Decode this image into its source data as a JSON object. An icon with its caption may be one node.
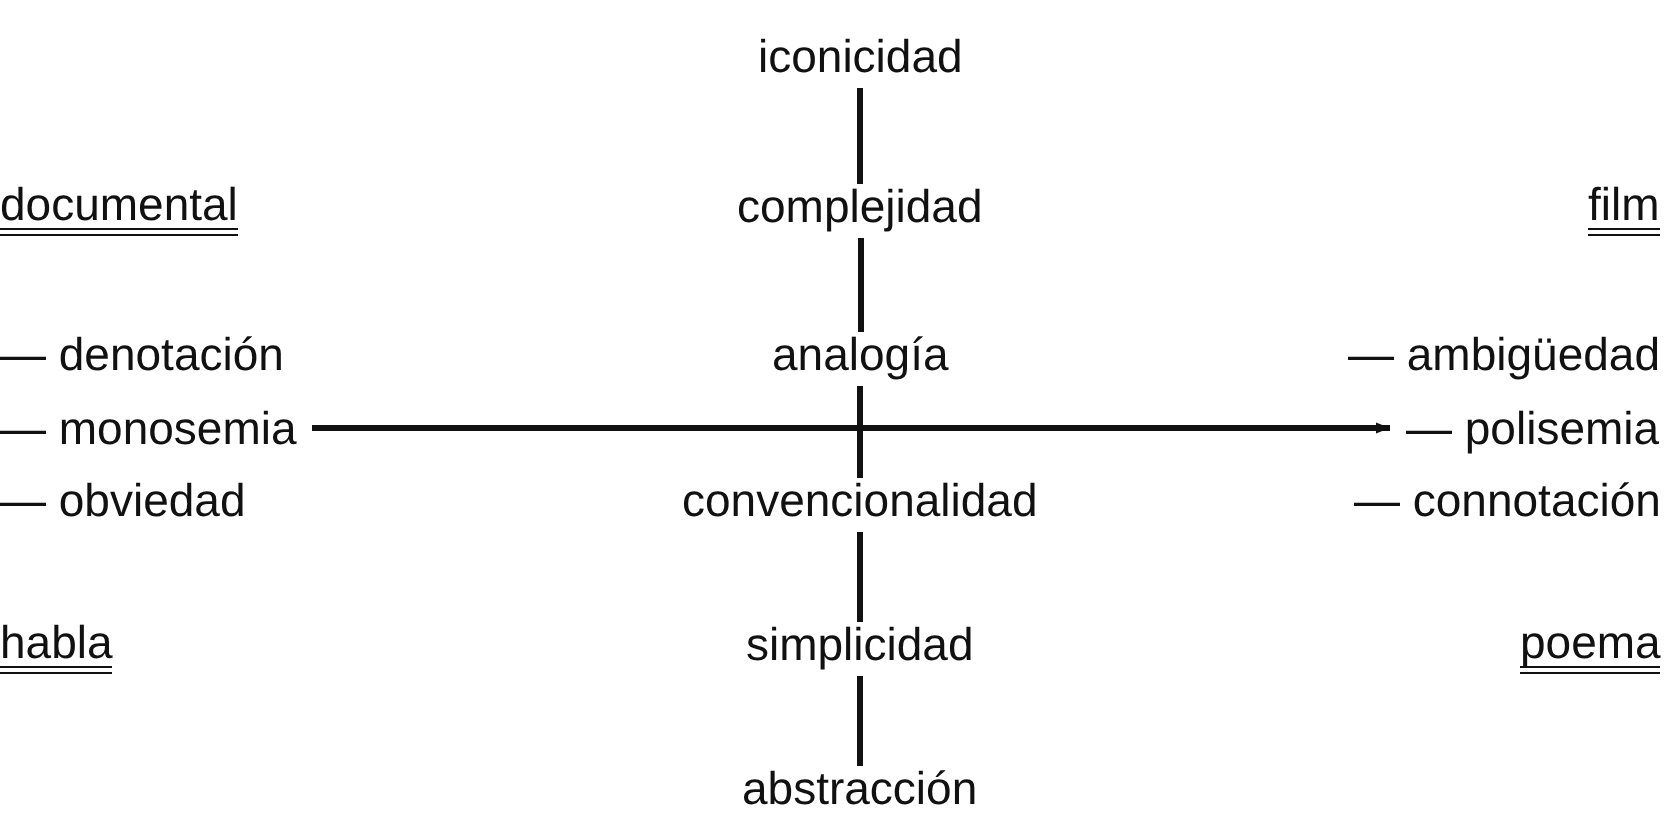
{
  "diagram": {
    "nodes": [
      {
        "text": [
          "iconicidad"
        ]
      },
      {
        "text": [
          "complejidad"
        ]
      },
      {
        "text": [
          "analogía"
        ]
      },
      {
        "text": [
          "convencionalidad"
        ]
      },
      {
        "text": [
          "simplicidad"
        ]
      },
      {
        "text": [
          "abstracción"
        ]
      },
      {
        "text": [
          "— monosemia"
        ]
      },
      {
        "text": [
          "— polisemia"
        ]
      }
    ],
    "edges": [
      {
        "from": 0,
        "to": 1,
        "arrow": "none"
      },
      {
        "from": 1,
        "to": 2,
        "arrow": "none"
      },
      {
        "from": 2,
        "to": 3,
        "arrow": "none"
      },
      {
        "from": 3,
        "to": 4,
        "arrow": "none"
      },
      {
        "from": 4,
        "to": 5,
        "arrow": "none"
      },
      {
        "from": 6,
        "to": 7,
        "arrow": "to"
      }
    ],
    "labels": [
      "documental",
      "film",
      "— denotación",
      "— ambigüedad",
      "— obviedad",
      "— connotación",
      "habla",
      "poema"
    ]
  }
}
